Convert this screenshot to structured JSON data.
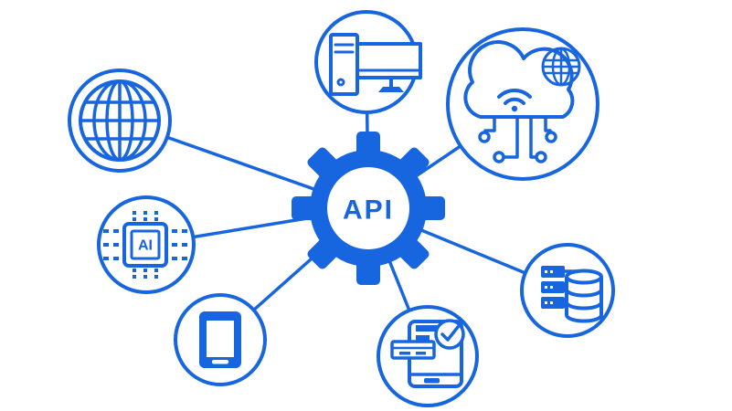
{
  "diagram": {
    "type": "hub-and-spoke",
    "background_color": "#ffffff",
    "accent_color": "#1766df",
    "center": {
      "label": "API",
      "shape": "gear-icon"
    },
    "nodes": [
      {
        "id": "globe",
        "icon": "globe-icon"
      },
      {
        "id": "desktop-computer",
        "icon": "desktop-computer-icon"
      },
      {
        "id": "cloud-network",
        "icon": "cloud-network-icon"
      },
      {
        "id": "ai-chip",
        "icon": "ai-chip-icon",
        "label": "AI"
      },
      {
        "id": "smartphone",
        "icon": "smartphone-icon"
      },
      {
        "id": "mobile-payment",
        "icon": "mobile-payment-icon"
      },
      {
        "id": "database-server",
        "icon": "database-server-icon"
      }
    ]
  }
}
